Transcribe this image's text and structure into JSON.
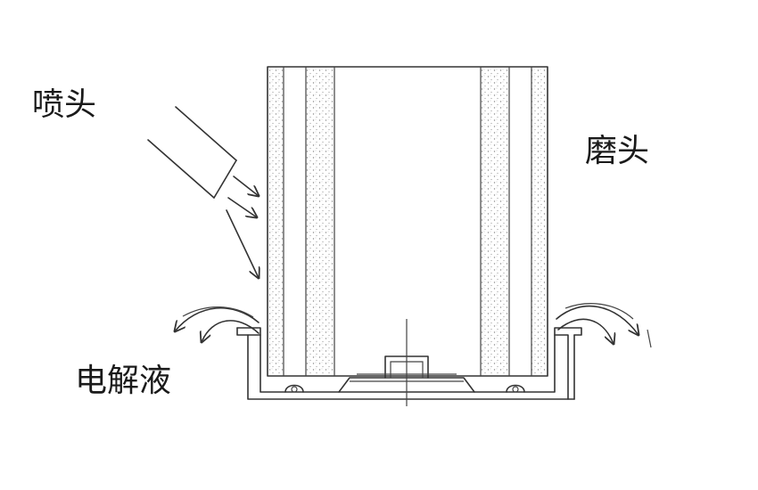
{
  "labels": {
    "nozzle": "喷头",
    "grinding_head": "磨头",
    "electrolyte": "电解液"
  },
  "colors": {
    "line": "#333333",
    "stipple": "#888888",
    "background": "#ffffff"
  }
}
